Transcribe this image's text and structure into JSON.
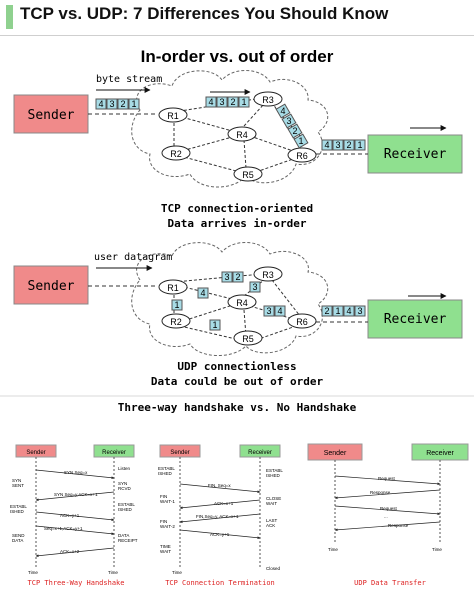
{
  "header": {
    "title": "TCP vs. UDP: 7 Differences You  Should Know"
  },
  "tcp_section": {
    "title": "In-order vs. out of order",
    "stream_label": "byte stream",
    "sender": "Sender",
    "receiver": "Receiver",
    "routers": [
      "R1",
      "R2",
      "R3",
      "R4",
      "R5",
      "R6"
    ],
    "caption1": "TCP connection-oriented",
    "caption2": "Data arrives in-order",
    "packets_a": [
      "4",
      "3",
      "2",
      "1"
    ],
    "packets_b": [
      "4",
      "3",
      "2",
      "1"
    ],
    "packets_c": [
      "4",
      "3",
      "2",
      "1"
    ],
    "packets_d": [
      "4",
      "3",
      "2",
      "1"
    ]
  },
  "udp_section": {
    "stream_label": "user datagram",
    "sender": "Sender",
    "receiver": "Receiver",
    "routers": [
      "R1",
      "R2",
      "R3",
      "R4",
      "R5",
      "R6"
    ],
    "caption1": "UDP connectionless",
    "caption2": "Data could be out of order",
    "packets_r3": [
      "3",
      "2"
    ],
    "packet_r1": "4",
    "packet_up": "3",
    "packet_r2": "1",
    "packets_r4": [
      "3",
      "4"
    ],
    "packet_r5": "1",
    "packets_recv": [
      "2",
      "1",
      "4",
      "3"
    ]
  },
  "handshake": {
    "title": "Three-way handshake vs. No Handshake",
    "sender": "Sender",
    "receiver": "Receiver",
    "panel1_label": "TCP Three-Way Handshake",
    "panel2_label": "TCP Connection Termination",
    "panel3_label": "UDP Data Transfer",
    "p1_left": [
      "SYN",
      "SENT",
      "ESTABL",
      "ISHED",
      "SEND",
      "DATA"
    ],
    "p1_right": [
      "Listen",
      "SYN",
      "RCVD",
      "ESTABL",
      "ISHED",
      "DATA",
      "RECEIPT"
    ],
    "p1_msgs": [
      "SYN Seq=x",
      "SYN Seq=y,ACK=x+1",
      "ACK=y+1",
      "Seq=x+1,ACK=y+1",
      "ACK=x+2"
    ],
    "p2_left": [
      "ESTABL",
      "ISHED",
      "FIN",
      "WAIT-1",
      "FIN",
      "WAIT-2",
      "TIME",
      "WAIT"
    ],
    "p2_right": [
      "ESTABL",
      "ISHED",
      "CLOSE",
      "WAIT",
      "LAST",
      "ACK",
      "Closed"
    ],
    "p2_msgs": [
      "FIN, Seq=x",
      "ACK=x+1",
      "FIN,Seq=y, ACK=x+1",
      "ACK=y+1"
    ],
    "p3_msgs": [
      "Request",
      "Response",
      "Request",
      "...",
      "Response"
    ],
    "time_label": "Time"
  },
  "colors": {
    "sender": "#f08a8a",
    "receiver": "#8fe08f",
    "packet": "#a8dce6",
    "header_bar": "#8fd18f"
  }
}
